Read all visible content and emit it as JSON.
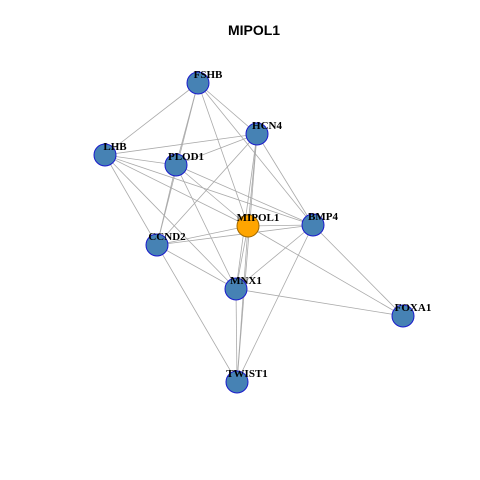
{
  "title": "MIPOL1",
  "colors": {
    "node_fill": "#4682B4",
    "node_stroke": "#1A1ACC",
    "hub_fill": "#FFA500",
    "hub_stroke": "#A06800",
    "edge": "#AAAAAA"
  },
  "nodes": [
    {
      "id": "FSHB",
      "label": "FSHB",
      "hub": false
    },
    {
      "id": "HCN4",
      "label": "HCN4",
      "hub": false
    },
    {
      "id": "LHB",
      "label": "LHB",
      "hub": false
    },
    {
      "id": "PLOD1",
      "label": "PLOD1",
      "hub": false
    },
    {
      "id": "MIPOL1",
      "label": "MIPOL1",
      "hub": true
    },
    {
      "id": "BMP4",
      "label": "BMP4",
      "hub": false
    },
    {
      "id": "CCND2",
      "label": "CCND2",
      "hub": false
    },
    {
      "id": "MNX1",
      "label": "MNX1",
      "hub": false
    },
    {
      "id": "FOXA1",
      "label": "FOXA1",
      "hub": false
    },
    {
      "id": "TWIST1",
      "label": "TWIST1",
      "hub": false
    }
  ],
  "edges": [
    [
      "FSHB",
      "LHB"
    ],
    [
      "FSHB",
      "HCN4"
    ],
    [
      "FSHB",
      "PLOD1"
    ],
    [
      "FSHB",
      "CCND2"
    ],
    [
      "FSHB",
      "MIPOL1"
    ],
    [
      "FSHB",
      "BMP4"
    ],
    [
      "LHB",
      "HCN4"
    ],
    [
      "LHB",
      "PLOD1"
    ],
    [
      "LHB",
      "MIPOL1"
    ],
    [
      "LHB",
      "BMP4"
    ],
    [
      "LHB",
      "CCND2"
    ],
    [
      "LHB",
      "MNX1"
    ],
    [
      "HCN4",
      "PLOD1"
    ],
    [
      "HCN4",
      "MIPOL1"
    ],
    [
      "HCN4",
      "BMP4"
    ],
    [
      "HCN4",
      "CCND2"
    ],
    [
      "HCN4",
      "MNX1"
    ],
    [
      "HCN4",
      "TWIST1"
    ],
    [
      "PLOD1",
      "MIPOL1"
    ],
    [
      "PLOD1",
      "BMP4"
    ],
    [
      "PLOD1",
      "CCND2"
    ],
    [
      "PLOD1",
      "MNX1"
    ],
    [
      "MIPOL1",
      "BMP4"
    ],
    [
      "MIPOL1",
      "CCND2"
    ],
    [
      "MIPOL1",
      "MNX1"
    ],
    [
      "MIPOL1",
      "FOXA1"
    ],
    [
      "MIPOL1",
      "TWIST1"
    ],
    [
      "BMP4",
      "CCND2"
    ],
    [
      "BMP4",
      "MNX1"
    ],
    [
      "BMP4",
      "FOXA1"
    ],
    [
      "BMP4",
      "TWIST1"
    ],
    [
      "CCND2",
      "MNX1"
    ],
    [
      "CCND2",
      "TWIST1"
    ],
    [
      "MNX1",
      "FOXA1"
    ],
    [
      "MNX1",
      "TWIST1"
    ]
  ]
}
